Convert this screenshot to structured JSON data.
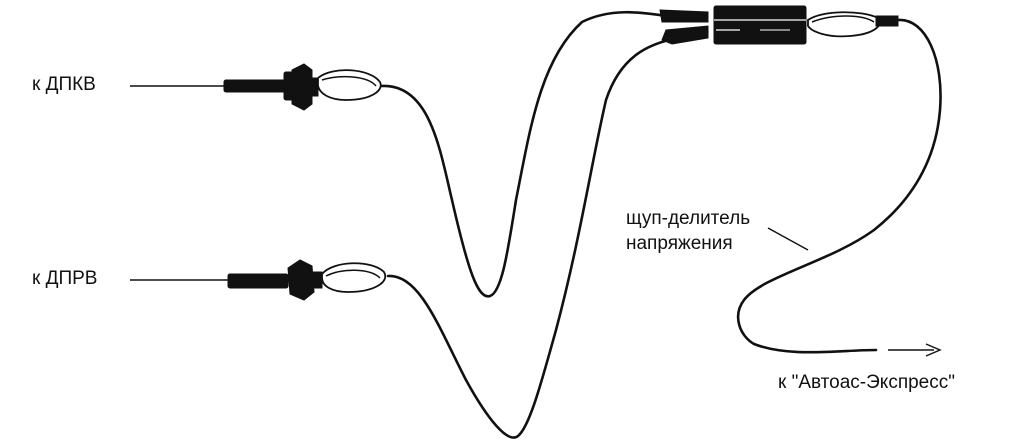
{
  "labels": {
    "dpkv": "к ДПКВ",
    "dprv": "к ДПРВ",
    "probe_line1": "щуп-делитель",
    "probe_line2": "напряжения",
    "autoas": "к \"Автоас-Экспресс\""
  }
}
